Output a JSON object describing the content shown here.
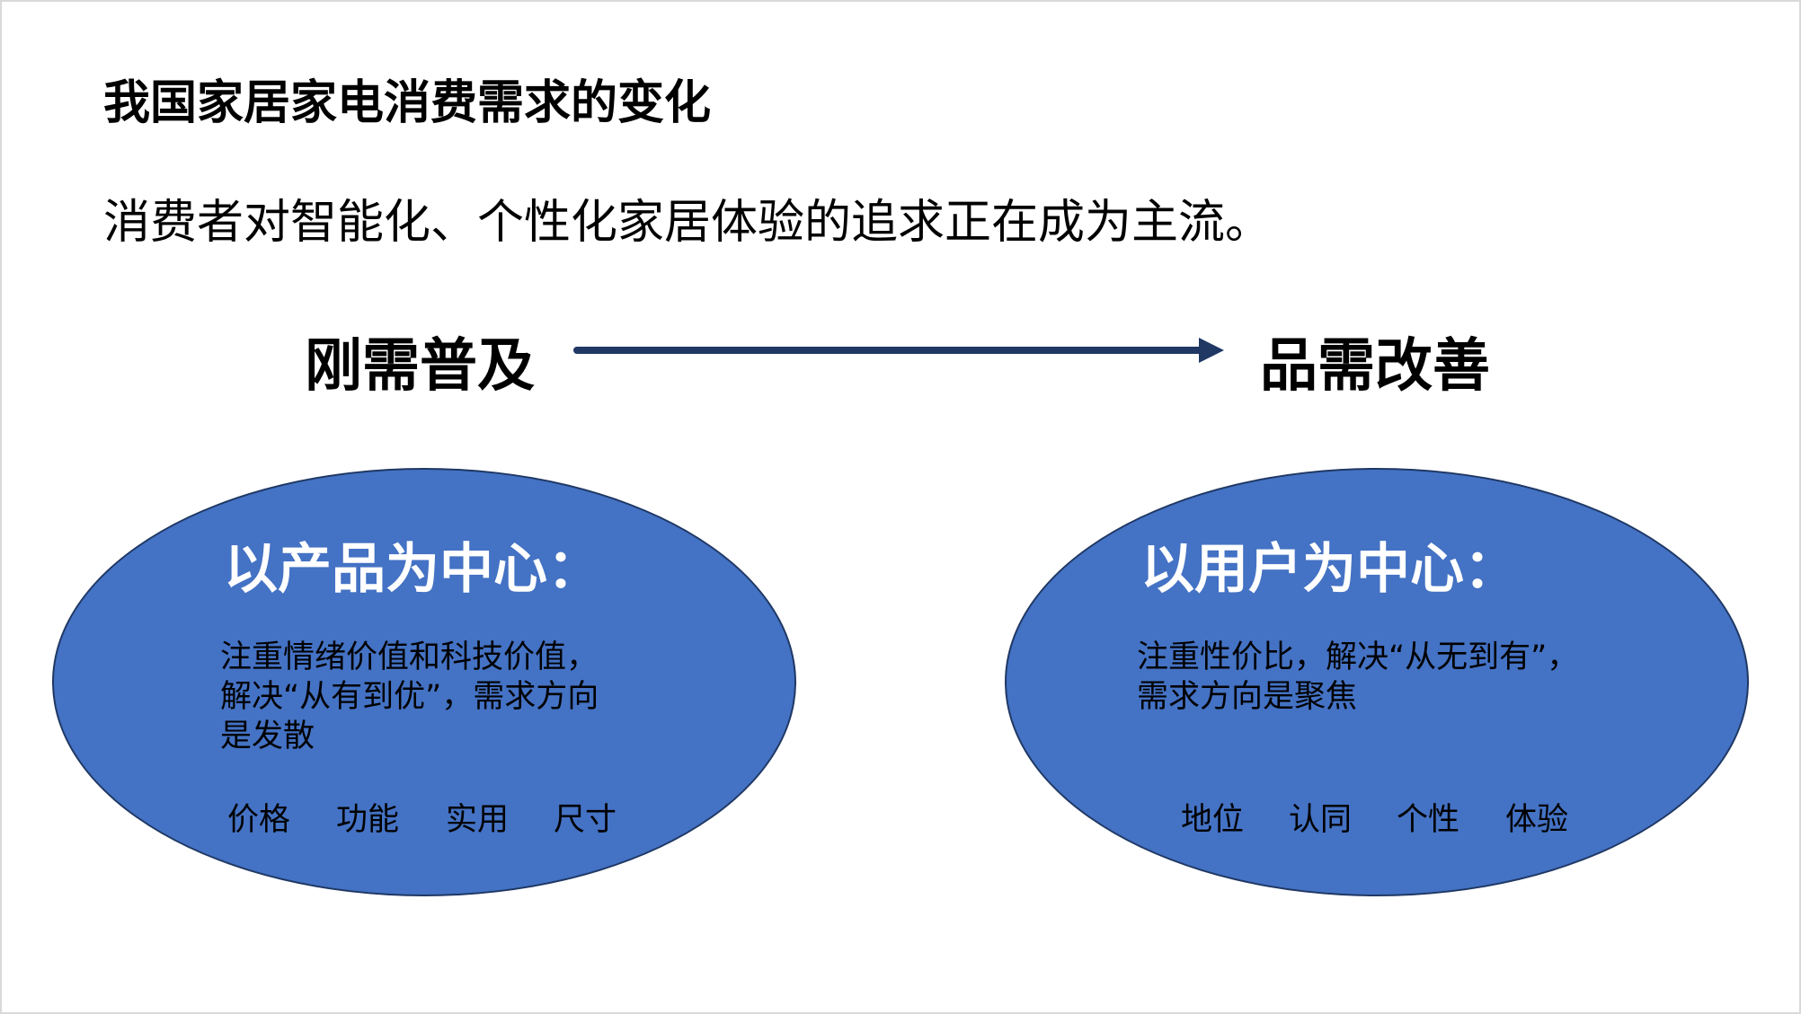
{
  "title": "我国家居家电消费需求的变化",
  "subtitle": "消费者对智能化、个性化家居体验的追求正在成为主流。",
  "stages": {
    "from": "刚需普及",
    "to": "品需改善"
  },
  "colors": {
    "ellipse_fill": "#4472C4",
    "ellipse_border": "#1F3864",
    "arrow": "#1F3864"
  },
  "left": {
    "heading": "以产品为中心：",
    "body": [
      "注重情绪价值和科技价值，",
      "解决“从有到优”，需求方向",
      "是发散"
    ],
    "tags": [
      "价格",
      "功能",
      "实用",
      "尺寸"
    ]
  },
  "right": {
    "heading": "以用户为中心：",
    "body": [
      "注重性价比，解决“从无到有”，",
      "需求方向是聚焦"
    ],
    "tags": [
      "地位",
      "认同",
      "个性",
      "体验"
    ]
  }
}
